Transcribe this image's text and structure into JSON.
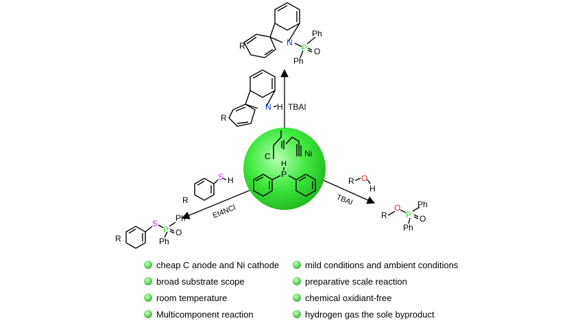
{
  "labels": {
    "product_top": {
      "ph1": "Ph",
      "ph2": "Ph",
      "p": "P",
      "o": "O",
      "n": "N",
      "r": "R"
    },
    "carbazole": {
      "n": "N",
      "h": "H",
      "r": "R"
    },
    "top_condition": "TBAI",
    "center": {
      "anode": "C",
      "cathode": "Ni",
      "p": "P",
      "h": "H"
    },
    "thiol": {
      "s": "S",
      "h": "H",
      "r": "R"
    },
    "left_condition": "Et4NCl",
    "product_left": {
      "s": "S",
      "p": "P",
      "o": "O",
      "ph1": "Ph",
      "ph2": "Ph",
      "r": "R"
    },
    "alcohol": {
      "r": "R",
      "o": "O",
      "h": "H"
    },
    "right_condition": "TBAI",
    "product_right": {
      "r": "R",
      "o": "O",
      "p": "P",
      "o2": "O",
      "ph1": "Ph",
      "ph2": "Ph"
    }
  },
  "features_left": [
    "cheap C anode and Ni cathode",
    "broad substrate scope",
    "room temperature",
    "Multicomponent reaction"
  ],
  "features_right": [
    "mild conditions and ambient conditions",
    "preparative scale reaction",
    "chemical oxidiant-free",
    "hydrogen gas the sole byproduct"
  ],
  "colors": {
    "sphere": "#3ee83e",
    "phosphorus": "#33cc33",
    "sulfur": "#e020e0",
    "nitrogen": "#1a3ad8",
    "bullet": "#4ccc4c"
  }
}
